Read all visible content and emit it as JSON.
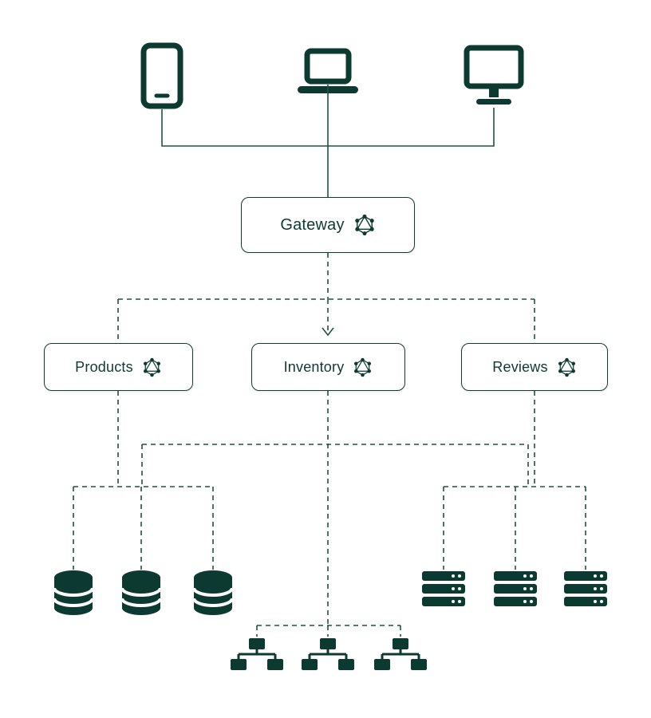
{
  "colors": {
    "primary": "#0d3a30",
    "line": "#1f5243",
    "box_border": "#123c31",
    "background": "#ffffff"
  },
  "gateway": {
    "label": "Gateway",
    "icon": "graphql-logo-icon"
  },
  "services": [
    {
      "label": "Products",
      "icon": "graphql-logo-icon"
    },
    {
      "label": "Inventory",
      "icon": "graphql-logo-icon"
    },
    {
      "label": "Reviews",
      "icon": "graphql-logo-icon"
    }
  ],
  "clients": {
    "icons": [
      "tablet-icon",
      "laptop-icon",
      "desktop-icon"
    ]
  },
  "resources": {
    "database_icon_count": 3,
    "server_icon_count": 3,
    "network_icon_count": 3
  }
}
